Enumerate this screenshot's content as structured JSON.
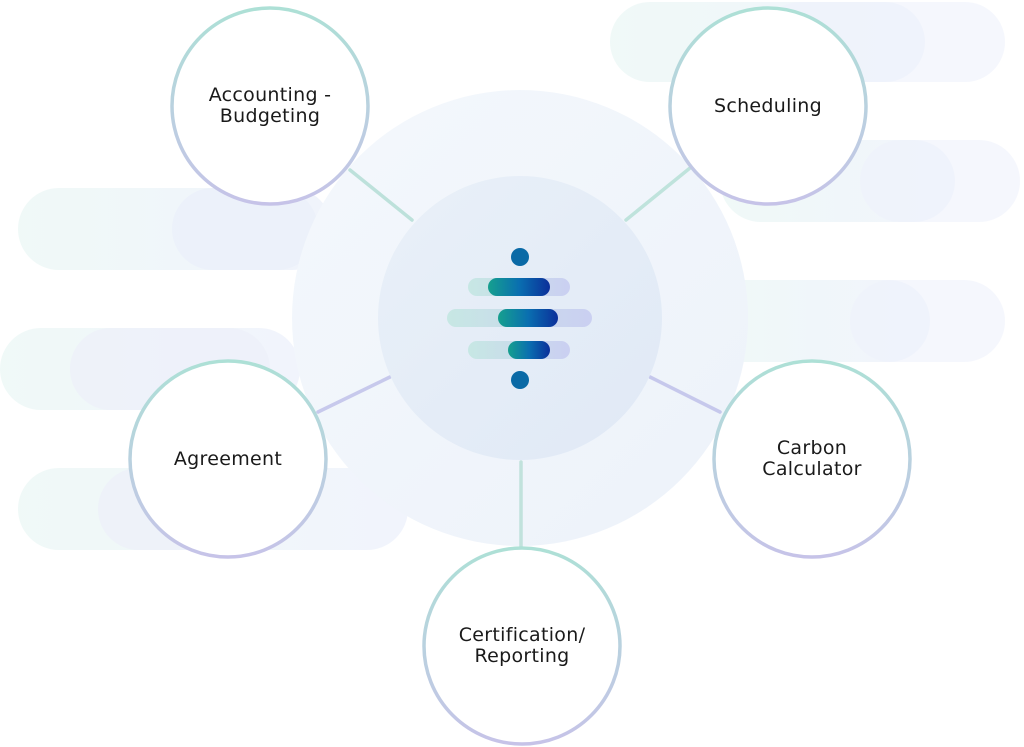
{
  "diagram": {
    "hub": {
      "icon": "stacked-bars-logo-icon"
    },
    "nodes": [
      {
        "id": "accounting",
        "lines": [
          "Accounting -",
          "Budgeting"
        ]
      },
      {
        "id": "scheduling",
        "lines": [
          "Scheduling"
        ]
      },
      {
        "id": "agreement",
        "lines": [
          "Agreement"
        ]
      },
      {
        "id": "carbon",
        "lines": [
          "Carbon",
          "Calculator"
        ]
      },
      {
        "id": "certification",
        "lines": [
          "Certification/",
          "Reporting"
        ]
      }
    ]
  },
  "colors": {
    "teal": "#1c9c8c",
    "blue": "#0a55b0",
    "navy": "#0b2f8a",
    "dot": "#0a6aa6",
    "ring_teal": "#a9dfd4",
    "ring_purple": "#c5c4e6",
    "hub_outer": "#f1f5fb",
    "hub_inner": "#e4ecf7"
  }
}
